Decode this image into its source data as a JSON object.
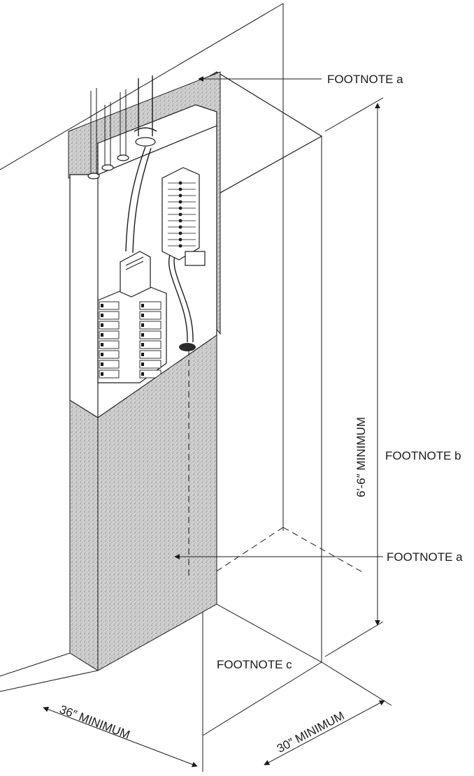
{
  "labels": {
    "footnote_a_top": "FOOTNOTE a",
    "footnote_b": "FOOTNOTE b",
    "footnote_a_mid": "FOOTNOTE a",
    "footnote_c": "FOOTNOTE c"
  },
  "dimensions": {
    "height": "6′-6″ MINIMUM",
    "width": "36″ MINIMUM",
    "depth": "30″ MINIMUM"
  }
}
